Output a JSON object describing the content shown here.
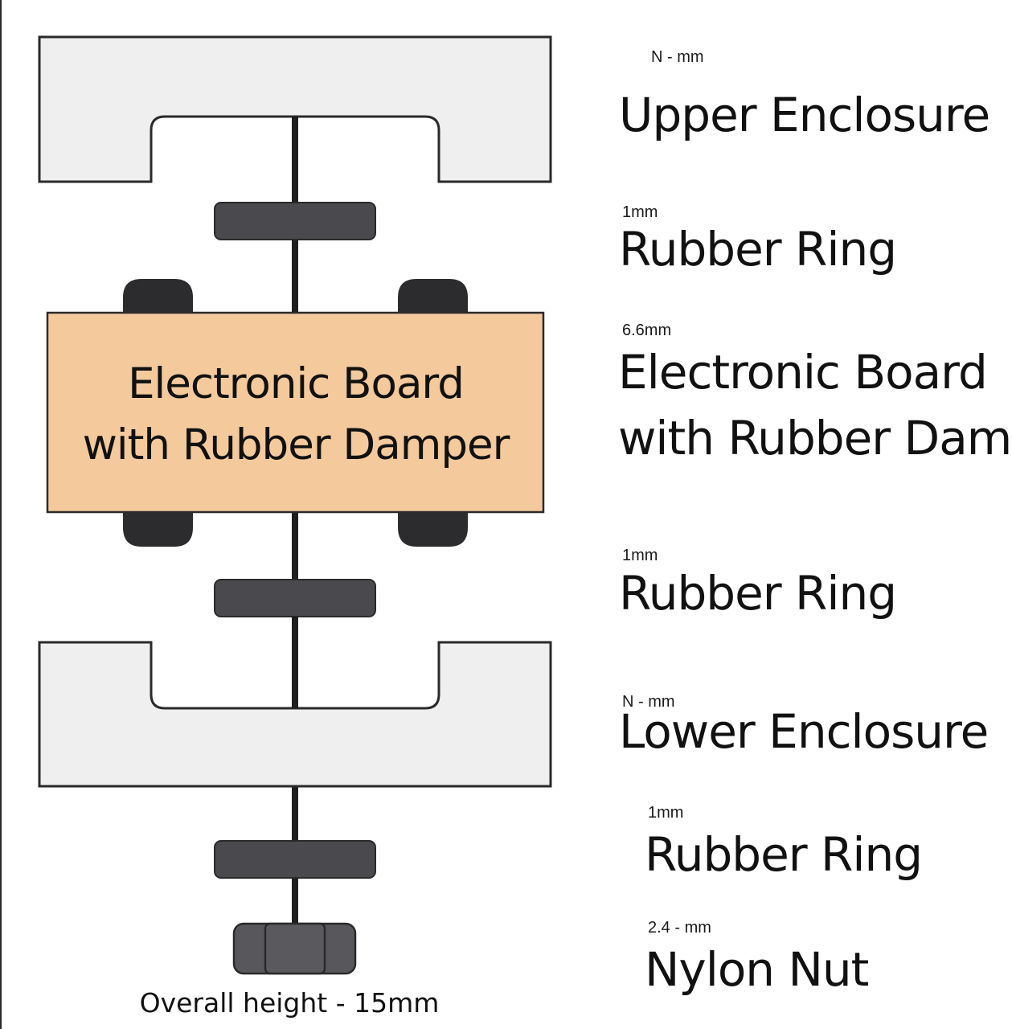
{
  "board_label": {
    "line1": "Electronic Board",
    "line2": "with Rubber Damper"
  },
  "overall_height": "Overall height - 15mm",
  "labels": [
    {
      "dimension": "N - mm",
      "name": "Upper Enclosure"
    },
    {
      "dimension": "1mm",
      "name": "Rubber Ring"
    },
    {
      "dimension": "6.6mm",
      "name_line1": "Electronic Board",
      "name_line2": "with Rubber Dam"
    },
    {
      "dimension": "1mm",
      "name": "Rubber Ring"
    },
    {
      "dimension": "N - mm",
      "name": "Lower Enclosure"
    },
    {
      "dimension": "1mm",
      "name": "Rubber Ring"
    },
    {
      "dimension": "2.4 - mm",
      "name": "Nylon Nut"
    }
  ],
  "colors": {
    "enclosure_fill": "#efefef",
    "outline": "#2a2a2a",
    "board_fill": "#f4c99c",
    "ring_fill": "#4a4a4e",
    "damper_fill": "#2c2c2e",
    "nut_fill": "#58585c",
    "bolt": "#1e1e1e"
  }
}
